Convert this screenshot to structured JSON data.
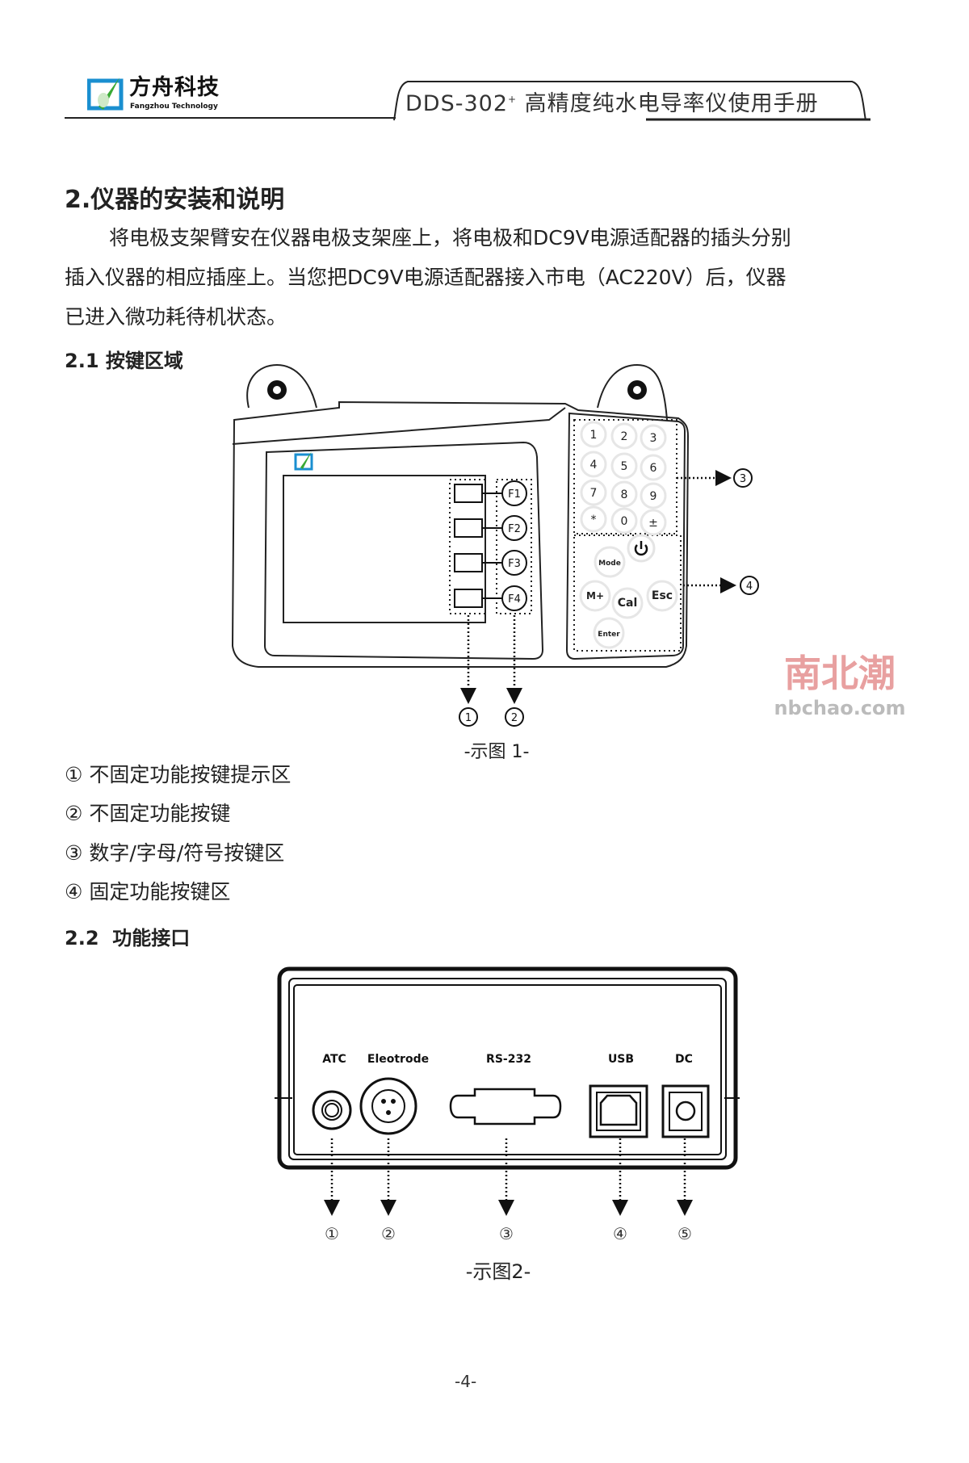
{
  "header": {
    "brand_cn": "方舟科技",
    "brand_en": "Fangzhou Technology",
    "doc_title_model": "DDS-302",
    "doc_title_sup": "+",
    "doc_title_rest": " 高精度纯水电导率仪使用手册"
  },
  "section": {
    "title": "2.仪器的安装和说明",
    "paragraph_lines": [
      "将电极支架臂安在仪器电极支架座上，将电极和DC9V电源适配器的插头分别",
      "插入仪器的相应插座上。当您把DC9V电源适配器接入市电（AC220V）后，仪器",
      "已进入微功耗待机状态。"
    ]
  },
  "keys_section": {
    "title": "2.1 按键区域",
    "figure": {
      "soft_keys": [
        "F1",
        "F2",
        "F3",
        "F4"
      ],
      "numeric_keys": [
        "1",
        "2",
        "3",
        "4",
        "5",
        "6",
        "7",
        "8",
        "9",
        "*",
        "0",
        "±"
      ],
      "function_keys": [
        "Mode",
        "M+",
        "Cal",
        "Esc",
        "Enter"
      ],
      "callouts": [
        "1",
        "2",
        "3",
        "4"
      ],
      "caption": "-示图 1-",
      "watermark_cn": "南北潮",
      "watermark_en": "nbchao.com"
    },
    "legend": [
      "① 不固定功能按键提示区",
      "② 不固定功能按键",
      "③ 数字/字母/符号按键区",
      "④ 固定功能按键区"
    ]
  },
  "ports_section": {
    "title": "2.2  功能接口",
    "figure": {
      "port_labels": [
        "ATC",
        "Eleotrode",
        "RS-232",
        "USB",
        "DC"
      ],
      "callouts": [
        "①",
        "②",
        "③",
        "④",
        "⑤"
      ],
      "caption": "-示图2-"
    }
  },
  "footer": {
    "page_number": "-4-"
  },
  "colors": {
    "logo_blue": "#1a8fd0",
    "logo_green": "#3aa935",
    "watermark": "#e8a0a0"
  }
}
